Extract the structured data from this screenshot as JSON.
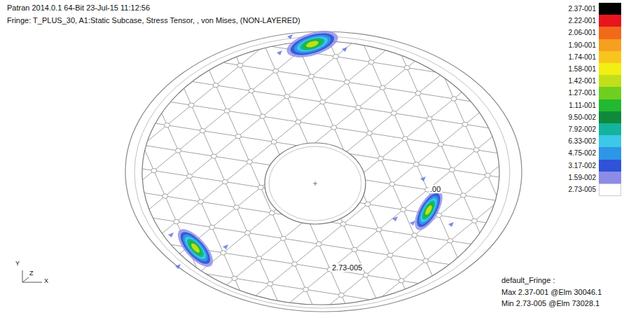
{
  "diagram": {
    "labels": [
      "Patran 2014.0.1 64-Bit 23-Jul-15 11:12:56",
      "Fringe: T_PLUS_30, A1:Static Subcase, Stress Tensor, , von Mises, (NON-LAYERED)",
      ".00",
      "2.73-005",
      "Y",
      "Z",
      "X",
      "default_Fringe :",
      "Max 2.37-001 @Elm 30046.1",
      "Min 2.73-005 @Elm 73028.1"
    ],
    "legend": [
      {
        "text": "2.37-001",
        "color": "#000000"
      },
      {
        "text": "2.22-001",
        "color": "#e8141e"
      },
      {
        "text": "2.06-001",
        "color": "#f06a1a"
      },
      {
        "text": "1.90-001",
        "color": "#f5a01e"
      },
      {
        "text": "1.74-001",
        "color": "#f7c51e"
      },
      {
        "text": "1.58-001",
        "color": "#f2ef12"
      },
      {
        "text": "1.42-001",
        "color": "#bfe01a"
      },
      {
        "text": "1.27-001",
        "color": "#6fcf20"
      },
      {
        "text": "1.11-001",
        "color": "#22b830"
      },
      {
        "text": "9.50-002",
        "color": "#0f8a3a"
      },
      {
        "text": "7.92-002",
        "color": "#14b39e"
      },
      {
        "text": "6.33-002",
        "color": "#3cc8e8"
      },
      {
        "text": "4.75-002",
        "color": "#2e96e6"
      },
      {
        "text": "3.17-002",
        "color": "#2f52d8"
      },
      {
        "text": "1.59-002",
        "color": "#8c8ce8"
      },
      {
        "text": "2.73-005",
        "color": "#ffffff"
      }
    ]
  }
}
